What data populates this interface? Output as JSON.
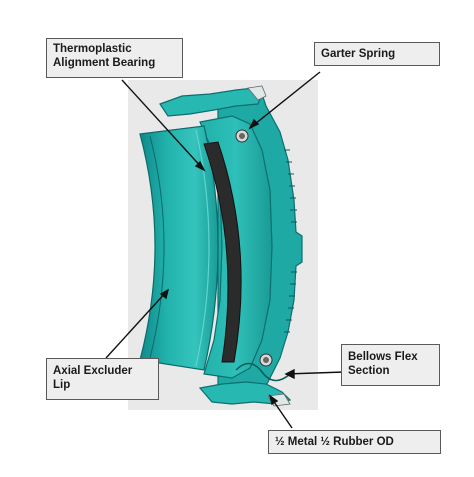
{
  "labels": {
    "bearing": {
      "line1": "Thermoplastic",
      "line2": "Alignment Bearing"
    },
    "spring": "Garter Spring",
    "bellows": {
      "line1": "Bellows Flex",
      "line2": "Section"
    },
    "lip": {
      "line1": "Axial Excluder",
      "line2": "Lip"
    },
    "od": "½ Metal  ½ Rubber OD"
  },
  "colors": {
    "teal": "#1aa3a3",
    "teal_dark": "#0d6f6f",
    "teal_light": "#4fd0cc",
    "bearing": "#2b2b2b",
    "backdrop": "#e6e6e6"
  }
}
